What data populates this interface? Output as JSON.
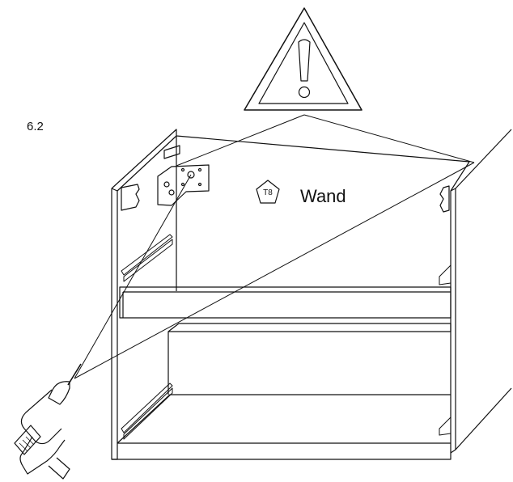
{
  "step_number": "6.2",
  "part_code": "T8",
  "wall_label": "Wand",
  "colors": {
    "line": "#111111",
    "background": "#ffffff"
  },
  "icons": [
    "warning-triangle-icon",
    "drill-icon",
    "wall-bracket-icon"
  ]
}
